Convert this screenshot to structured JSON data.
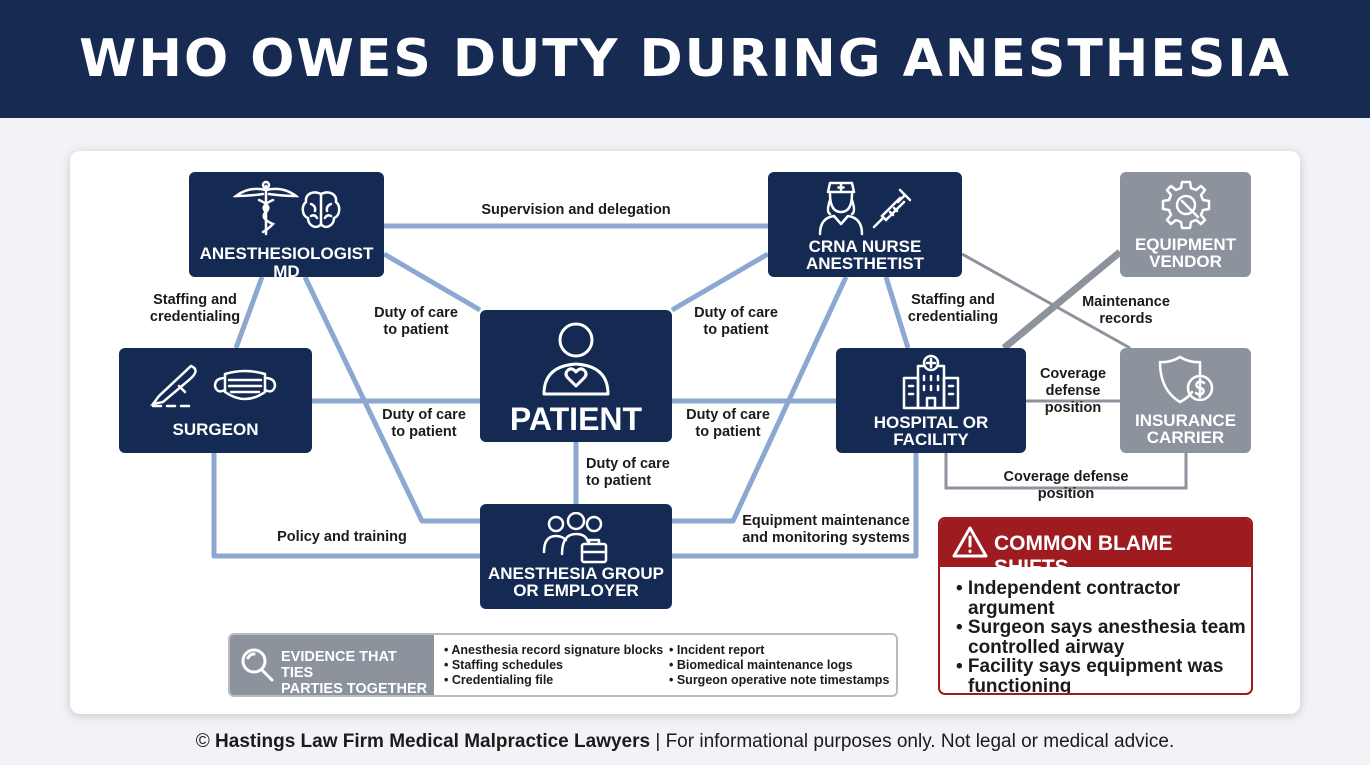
{
  "title": "WHO OWES DUTY DURING ANESTHESIA",
  "nodes": {
    "anesthesiologist": "ANESTHESIOLOGIST MD",
    "crna": [
      "CRNA NURSE",
      "ANESTHETIST"
    ],
    "equipment_vendor": [
      "EQUIPMENT",
      "VENDOR"
    ],
    "surgeon": "SURGEON",
    "patient": "PATIENT",
    "hospital": [
      "HOSPITAL OR",
      "FACILITY"
    ],
    "insurance": [
      "INSURANCE",
      "CARRIER"
    ],
    "group": [
      "ANESTHESIA GROUP",
      "OR EMPLOYER"
    ]
  },
  "edge_labels": {
    "supervision": "Supervision and delegation",
    "staffing_left": [
      "Staffing and",
      "credentialing"
    ],
    "duty_top_left": [
      "Duty of care",
      "to patient"
    ],
    "duty_top_right": [
      "Duty of care",
      "to patient"
    ],
    "staffing_right": [
      "Staffing and",
      "credentialing"
    ],
    "maintenance": [
      "Maintenance",
      "records"
    ],
    "coverage_mid": [
      "Coverage",
      "defense",
      "position"
    ],
    "duty_mid_left": [
      "Duty of care",
      "to patient"
    ],
    "duty_mid_right": [
      "Duty of care",
      "to patient"
    ],
    "duty_bottom": [
      "Duty of care",
      "to patient"
    ],
    "coverage_low": [
      "Coverage defense",
      "position"
    ],
    "policy": "Policy and training",
    "equipment_maint": [
      "Equipment maintenance",
      "and monitoring systems"
    ]
  },
  "evidence": {
    "title": [
      "EVIDENCE THAT TIES",
      "PARTIES TOGETHER"
    ],
    "col1": [
      "• Anesthesia record signature blocks",
      "• Staffing schedules",
      "• Credentialing file"
    ],
    "col2": [
      "• Incident report",
      "• Biomedical maintenance logs",
      "• Surgeon operative note timestamps"
    ]
  },
  "blame": {
    "title": "COMMON BLAME SHIFTS",
    "items": [
      "• Independent contractor argument",
      "• Surgeon says anesthesia team controlled airway",
      "• Facility says equipment was functioning"
    ]
  },
  "footer": {
    "copyright": "©",
    "firm": "Hastings Law Firm Medical Malpractice Lawyers",
    "disclaimer": "| For informational purposes only. Not legal or medical advice."
  },
  "colors": {
    "navy": "#142a52",
    "grey": "#8c939c",
    "line_blue": "#7f9fcb",
    "alert_red": "#9e1b1f"
  }
}
